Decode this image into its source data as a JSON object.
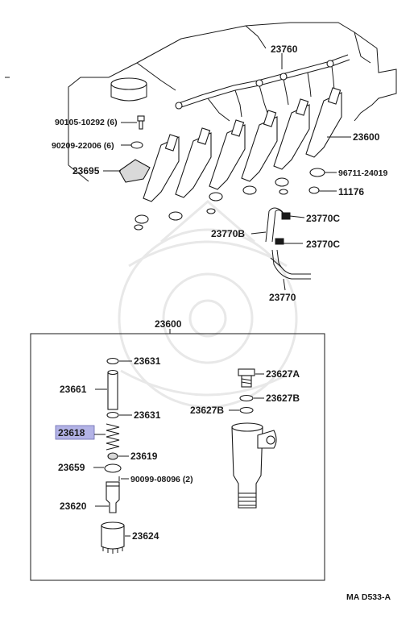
{
  "diagram": {
    "highlight_color": "#b3b3e6",
    "line_color": "#1a1a1a",
    "upper_labels": {
      "fuel_line": "23760",
      "bolt": "90105-10292 (6)",
      "washer": "90209-22006 (6)",
      "clamp": "23695",
      "nozzle_holder_assy": "23600",
      "seat_gasket": "96711-24019",
      "washer_right": "11176",
      "hose_clamp_upper": "23770C",
      "hose": "23770B",
      "hose_clamp_lower": "23770C",
      "leakage_pipe": "23770"
    },
    "detail_labels": {
      "box_title": "23600",
      "spacer_top": "23631",
      "pressure_pin": "23661",
      "spacer_mid": "23631",
      "spring": "23618",
      "spring_seat": "23619",
      "distance_piece": "23659",
      "pin": "90099-08096 (2)",
      "nozzle": "23620",
      "retaining_nut": "23624",
      "union_bolt": "23627A",
      "gasket_upper": "23627B",
      "gasket_lower": "23627B"
    },
    "footer_code": "MA  D533-A"
  }
}
